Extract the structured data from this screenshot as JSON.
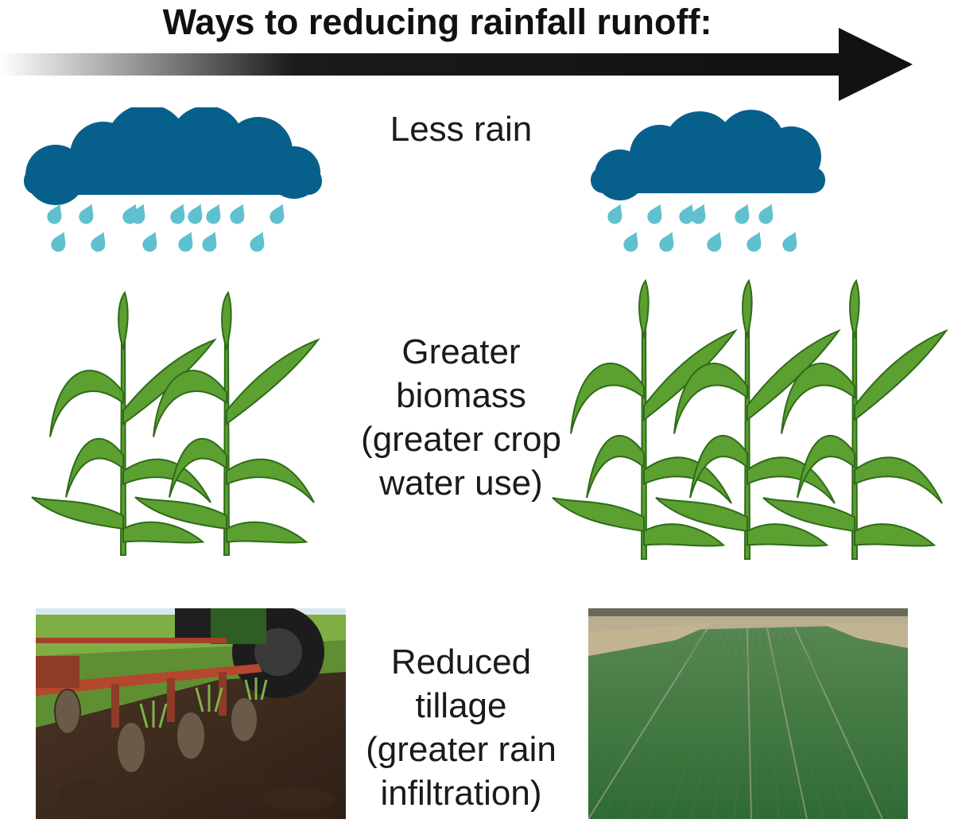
{
  "title": "Ways to reducing rainfall runoff:",
  "rows": [
    {
      "label_lines": [
        "Less rain"
      ]
    },
    {
      "label_lines": [
        "Greater",
        "biomass",
        "(greater crop",
        "water use)"
      ]
    },
    {
      "label_lines": [
        "Reduced",
        "tillage",
        "(greater rain",
        "infiltration)"
      ]
    }
  ],
  "colors": {
    "cloud": "#07608c",
    "raindrop": "#5fc1d0",
    "leaf": "#5ba030",
    "leaf_dark": "#2f6b1a",
    "arrow": "#111111"
  }
}
